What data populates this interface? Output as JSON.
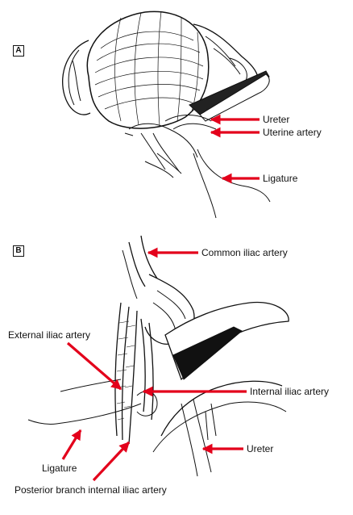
{
  "panels": {
    "a": "A",
    "b": "B"
  },
  "labels": {
    "ureter_a": "Ureter",
    "uterine_artery": "Uterine artery",
    "ligature_a": "Ligature",
    "common_iliac": "Common iliac artery",
    "external_iliac": "External iliac artery",
    "internal_iliac": "Internal iliac artery",
    "ureter_b": "Ureter",
    "ligature_b": "Ligature",
    "posterior_branch": "Posterior branch internal iliac artery"
  },
  "colors": {
    "arrow": "#e3001b",
    "ink": "#111111"
  }
}
